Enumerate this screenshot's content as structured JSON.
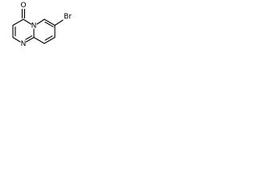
{
  "molecule": {
    "atoms": {
      "oxygen": "O",
      "ring_nitrogen_bridge": "N",
      "ring_nitrogen": "N",
      "bromine": "Br"
    },
    "colors": {
      "bond": "#000000",
      "label": "#000000",
      "background": "#ffffff"
    }
  }
}
